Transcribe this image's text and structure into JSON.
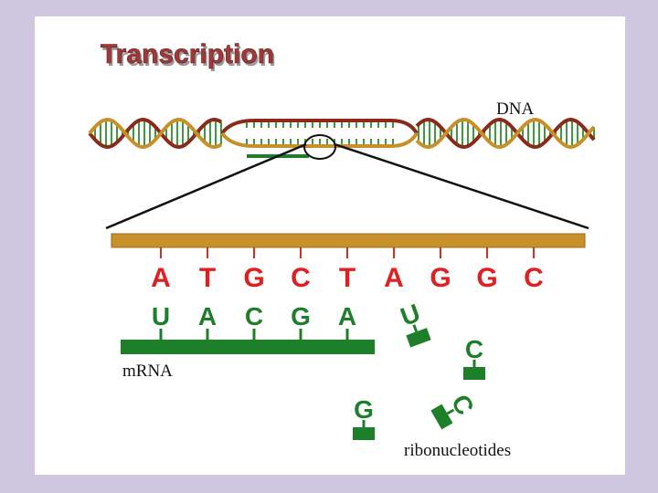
{
  "title": "Transcription",
  "labels": {
    "dna": "DNA",
    "mrna": "mRNA",
    "ribonucleotides": "ribonucleotides"
  },
  "dna_sequence": [
    "A",
    "T",
    "G",
    "C",
    "T",
    "A",
    "G",
    "G",
    "C"
  ],
  "mrna_sequence": [
    "U",
    "A",
    "C",
    "G",
    "A"
  ],
  "free_ribonucleotides": [
    "U",
    "C",
    "C",
    "G"
  ],
  "colors": {
    "background": "#cfc6df",
    "panel": "#ffffff",
    "dna_strand": "#c8902a",
    "dna_backbone": "#8a2a1a",
    "dna_letters": "#e02020",
    "rna": "#1e7f2a",
    "title": "#a43838"
  }
}
